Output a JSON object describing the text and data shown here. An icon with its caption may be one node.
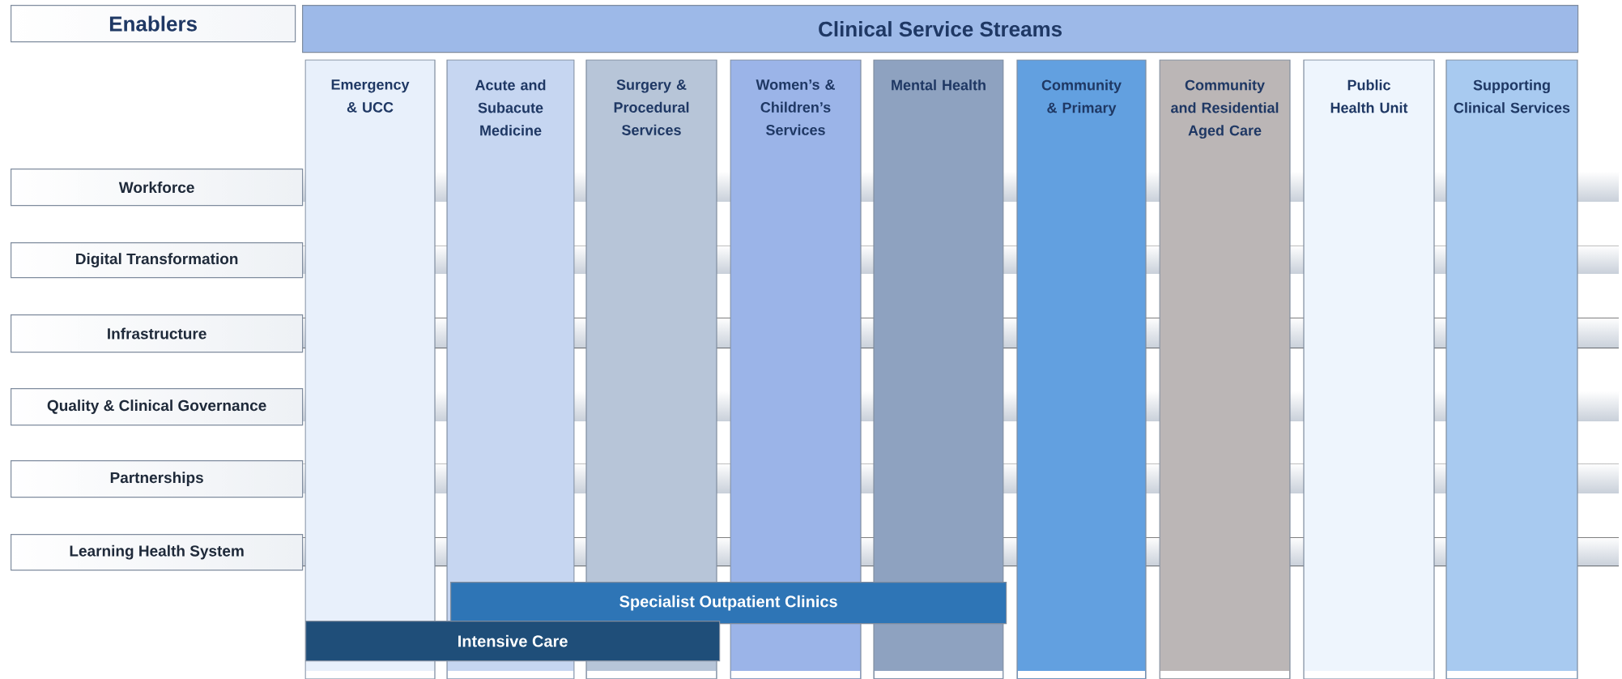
{
  "diagram": {
    "nodes": [
      {
        "text": [
          "Enablers"
        ]
      },
      {
        "text": [
          "Clinical Service Streams"
        ]
      },
      {
        "text": [
          "Emergency & UCC"
        ]
      },
      {
        "text": [
          "Acute and Subacute Medicine"
        ]
      },
      {
        "text": [
          "Surgery & Procedural Services"
        ]
      },
      {
        "text": [
          "Women’s & Children’s Services"
        ]
      },
      {
        "text": [
          "Mental Health"
        ]
      },
      {
        "text": [
          "Community & Primary"
        ]
      },
      {
        "text": [
          "Community and Residential Aged Care"
        ]
      },
      {
        "text": [
          "Public Health Unit"
        ]
      },
      {
        "text": [
          "Supporting Clinical Services"
        ]
      },
      {
        "text": [
          "Workforce"
        ]
      },
      {
        "text": [
          "Digital Transformation"
        ]
      },
      {
        "text": [
          "Infrastructure"
        ]
      },
      {
        "text": [
          "Quality & Clinical Governance"
        ]
      },
      {
        "text": [
          "Partnerships"
        ]
      },
      {
        "text": [
          "Learning Health System"
        ]
      },
      {
        "text": [
          "Specialist Outpatient Clinics"
        ]
      },
      {
        "text": [
          "Intensive Care"
        ]
      }
    ],
    "edges": []
  }
}
